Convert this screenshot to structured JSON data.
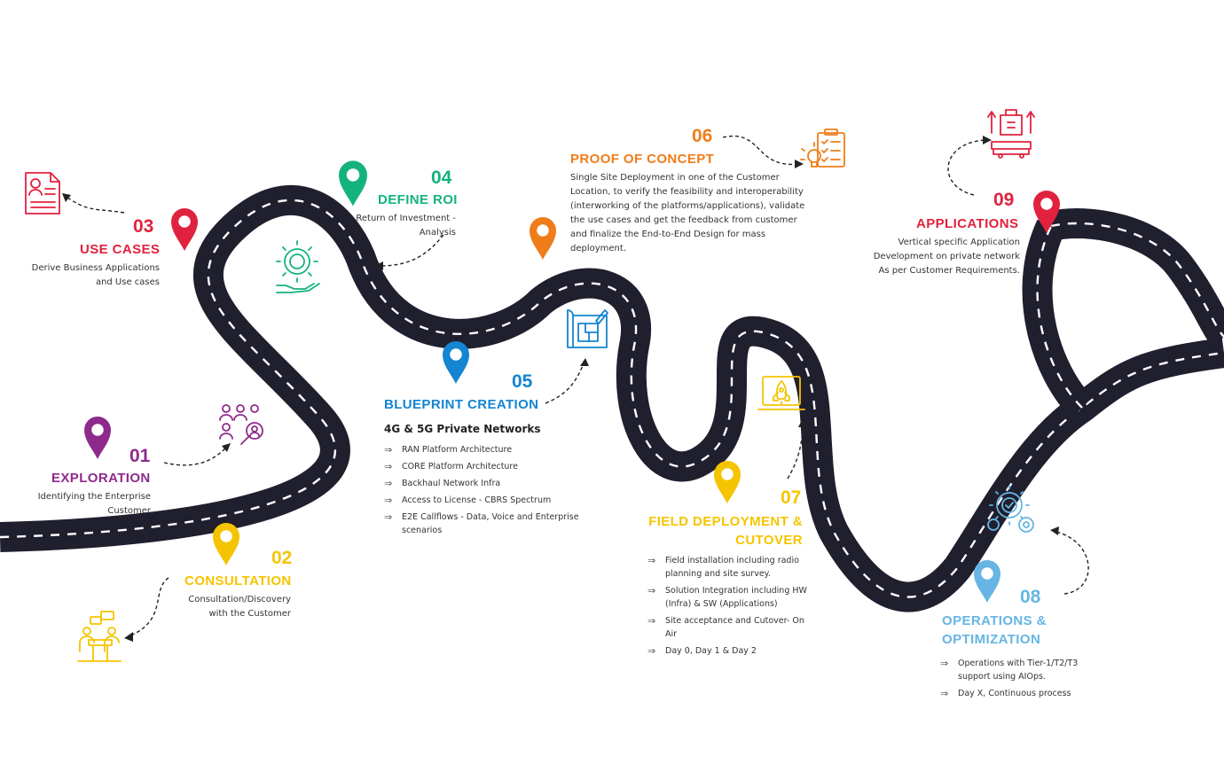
{
  "colors": {
    "road": "#1f1f2e",
    "lane": "#ffffff",
    "s01": "#8e2a8c",
    "s02": "#f5c400",
    "s03": "#e0223f",
    "s04": "#14b37d",
    "s05": "#1485d1",
    "s06": "#ef7d1a",
    "s07": "#f5c400",
    "s08": "#66b5e4",
    "s09": "#e0223f"
  },
  "stages": {
    "s01": {
      "number": "01",
      "title": "EXPLORATION",
      "description": [
        "Identifying the Enterprise",
        "Customer"
      ]
    },
    "s02": {
      "number": "02",
      "title": "CONSULTATION",
      "description": [
        "Consultation/Discovery",
        "with the Customer"
      ]
    },
    "s03": {
      "number": "03",
      "title": "USE CASES",
      "description": [
        "Derive Business Applications",
        "and Use cases"
      ]
    },
    "s04": {
      "number": "04",
      "title": "DEFINE ROI",
      "description": [
        "Return of Investment -",
        "Analysis"
      ]
    },
    "s05": {
      "number": "05",
      "title": "BLUEPRINT CREATION",
      "subtitle": "4G & 5G Private Networks",
      "bullets": [
        "RAN Platform Architecture",
        "CORE Platform Architecture",
        "Backhaul Network Infra",
        "Access to License - CBRS Spectrum",
        "E2E Callflows - Data, Voice and Enterprise scenarios"
      ]
    },
    "s06": {
      "number": "06",
      "title": "PROOF OF CONCEPT",
      "description": [
        "Single Site Deployment in one of the Customer",
        "Location, to verify the feasibility and interoperability",
        "(interworking of the platforms/applications),  validate",
        "the use cases and get the feedback from customer",
        "and finalize the End-to-End Design for mass",
        "deployment."
      ]
    },
    "s07": {
      "number": "07",
      "title_line1": "FIELD DEPLOYMENT &",
      "title_line2": "CUTOVER",
      "bullets": [
        "Field installation including radio planning and site survey.",
        "Solution Integration including HW (Infra) & SW (Applications)",
        "Site acceptance and Cutover- On Air",
        "Day 0, Day 1 & Day 2"
      ]
    },
    "s08": {
      "number": "08",
      "title_line1": "OPERATIONS &",
      "title_line2": "OPTIMIZATION",
      "bullets": [
        "Operations with Tier-1/T2/T3 support using AIOps.",
        "Day X, Continuous process"
      ]
    },
    "s09": {
      "number": "09",
      "title": "APPLICATIONS",
      "description": [
        "Vertical specific Application",
        "Development on private network",
        "As per Customer Requirements."
      ]
    }
  },
  "icons": {
    "s01": "people-search-icon",
    "s02": "meeting-discussion-icon",
    "s03": "document-profile-icon",
    "s04": "money-gear-hand-icon",
    "s05": "blueprint-icon",
    "s06": "checklist-lightbulb-icon",
    "s07": "rocket-launch-laptop-icon",
    "s08": "gears-check-icon",
    "s09": "factory-upload-icon"
  }
}
